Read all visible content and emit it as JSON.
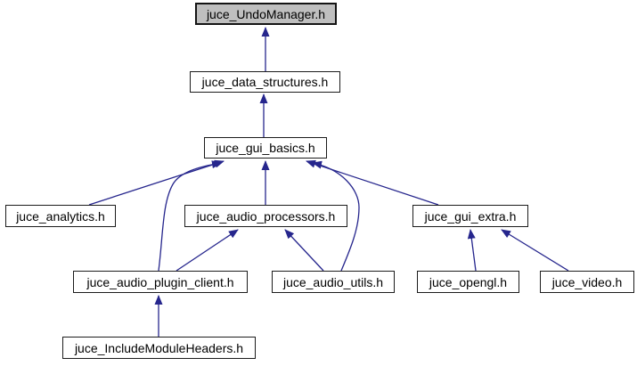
{
  "diagram": {
    "type": "doxygen-include-dependency-graph",
    "root": "juce_UndoManager.h",
    "colors": {
      "edge": "#26268D",
      "root_fill": "#BFBFBF",
      "node_fill": "#FFFFFF",
      "node_border": "#1C1C1C",
      "background": "#FFFFFF"
    }
  },
  "nodes": [
    {
      "label": "juce_UndoManager.h",
      "is_root": true
    },
    {
      "label": "juce_data_structures.h",
      "is_root": false
    },
    {
      "label": "juce_gui_basics.h",
      "is_root": false
    },
    {
      "label": "juce_analytics.h",
      "is_root": false
    },
    {
      "label": "juce_audio_processors.h",
      "is_root": false
    },
    {
      "label": "juce_gui_extra.h",
      "is_root": false
    },
    {
      "label": "juce_audio_plugin_client.h",
      "is_root": false
    },
    {
      "label": "juce_audio_utils.h",
      "is_root": false
    },
    {
      "label": "juce_opengl.h",
      "is_root": false
    },
    {
      "label": "juce_video.h",
      "is_root": false
    },
    {
      "label": "juce_IncludeModuleHeaders.h",
      "is_root": false
    }
  ],
  "edges": [
    {
      "from": "juce_data_structures.h",
      "to": "juce_UndoManager.h"
    },
    {
      "from": "juce_gui_basics.h",
      "to": "juce_data_structures.h"
    },
    {
      "from": "juce_analytics.h",
      "to": "juce_gui_basics.h"
    },
    {
      "from": "juce_audio_processors.h",
      "to": "juce_gui_basics.h"
    },
    {
      "from": "juce_audio_plugin_client.h",
      "to": "juce_gui_basics.h"
    },
    {
      "from": "juce_audio_utils.h",
      "to": "juce_gui_basics.h"
    },
    {
      "from": "juce_gui_extra.h",
      "to": "juce_gui_basics.h"
    },
    {
      "from": "juce_audio_plugin_client.h",
      "to": "juce_audio_processors.h"
    },
    {
      "from": "juce_audio_utils.h",
      "to": "juce_audio_processors.h"
    },
    {
      "from": "juce_opengl.h",
      "to": "juce_gui_extra.h"
    },
    {
      "from": "juce_video.h",
      "to": "juce_gui_extra.h"
    },
    {
      "from": "juce_IncludeModuleHeaders.h",
      "to": "juce_audio_plugin_client.h"
    }
  ]
}
